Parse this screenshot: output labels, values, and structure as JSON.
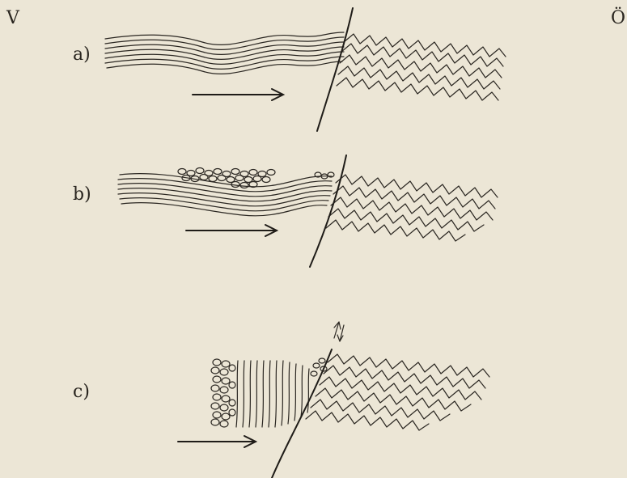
{
  "labels": {
    "west": "V",
    "east": "Ö",
    "panel_a": "a)",
    "panel_b": "b)",
    "panel_c": "c)"
  },
  "colors": {
    "paper": "#ece6d6",
    "ink": "#2b2722"
  },
  "panels": [
    {
      "id": "a",
      "elements": [
        "wavy-strata",
        "folded-strata",
        "fault-line",
        "movement-arrow"
      ]
    },
    {
      "id": "b",
      "elements": [
        "wavy-strata",
        "pebble-layer",
        "folded-strata",
        "fault-line",
        "movement-arrow"
      ]
    },
    {
      "id": "c",
      "elements": [
        "pebble-block",
        "vertical-strata",
        "folded-strata",
        "fault-line",
        "movement-arrow",
        "fault-motion-arrows"
      ]
    }
  ]
}
